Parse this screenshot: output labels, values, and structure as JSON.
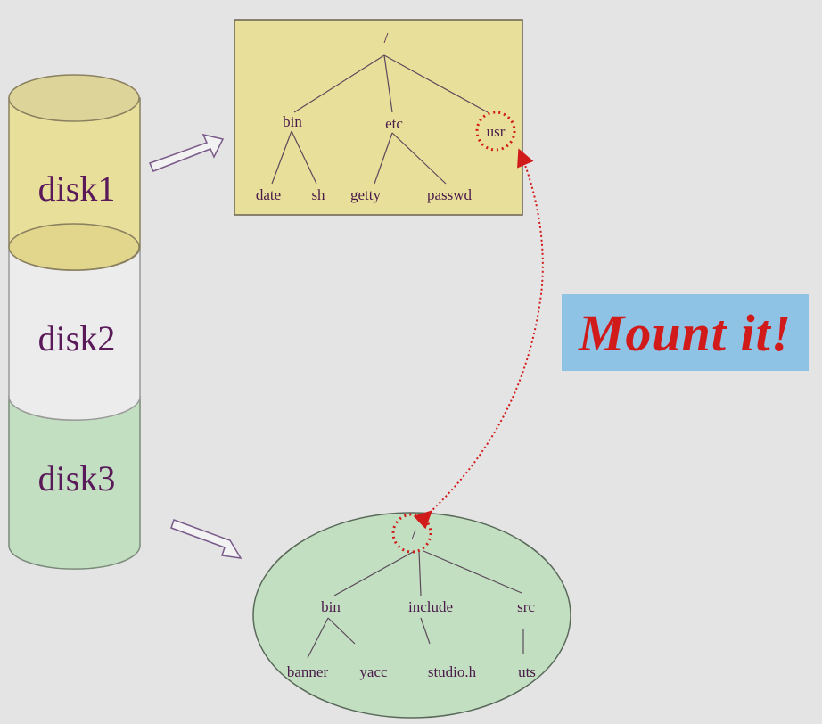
{
  "disks": [
    {
      "label": "disk1",
      "color": "#e8df9a"
    },
    {
      "label": "disk2",
      "color": "#ececec"
    },
    {
      "label": "disk3",
      "color": "#c3dfc1"
    }
  ],
  "root_tree": {
    "root": "/",
    "bin": "bin",
    "etc": "etc",
    "usr": "usr",
    "date": "date",
    "sh": "sh",
    "getty": "getty",
    "passwd": "passwd",
    "color": "#e8df9a"
  },
  "disk3_tree": {
    "root": "/",
    "bin": "bin",
    "include": "include",
    "src": "src",
    "banner": "banner",
    "yacc": "yacc",
    "studio_h": "studio.h",
    "uts": "uts",
    "color": "#c3dfc1"
  },
  "mount_label": "Mount it!",
  "colors": {
    "highlight": "#d11a1a",
    "mount_bg": "#8ec3e6"
  }
}
